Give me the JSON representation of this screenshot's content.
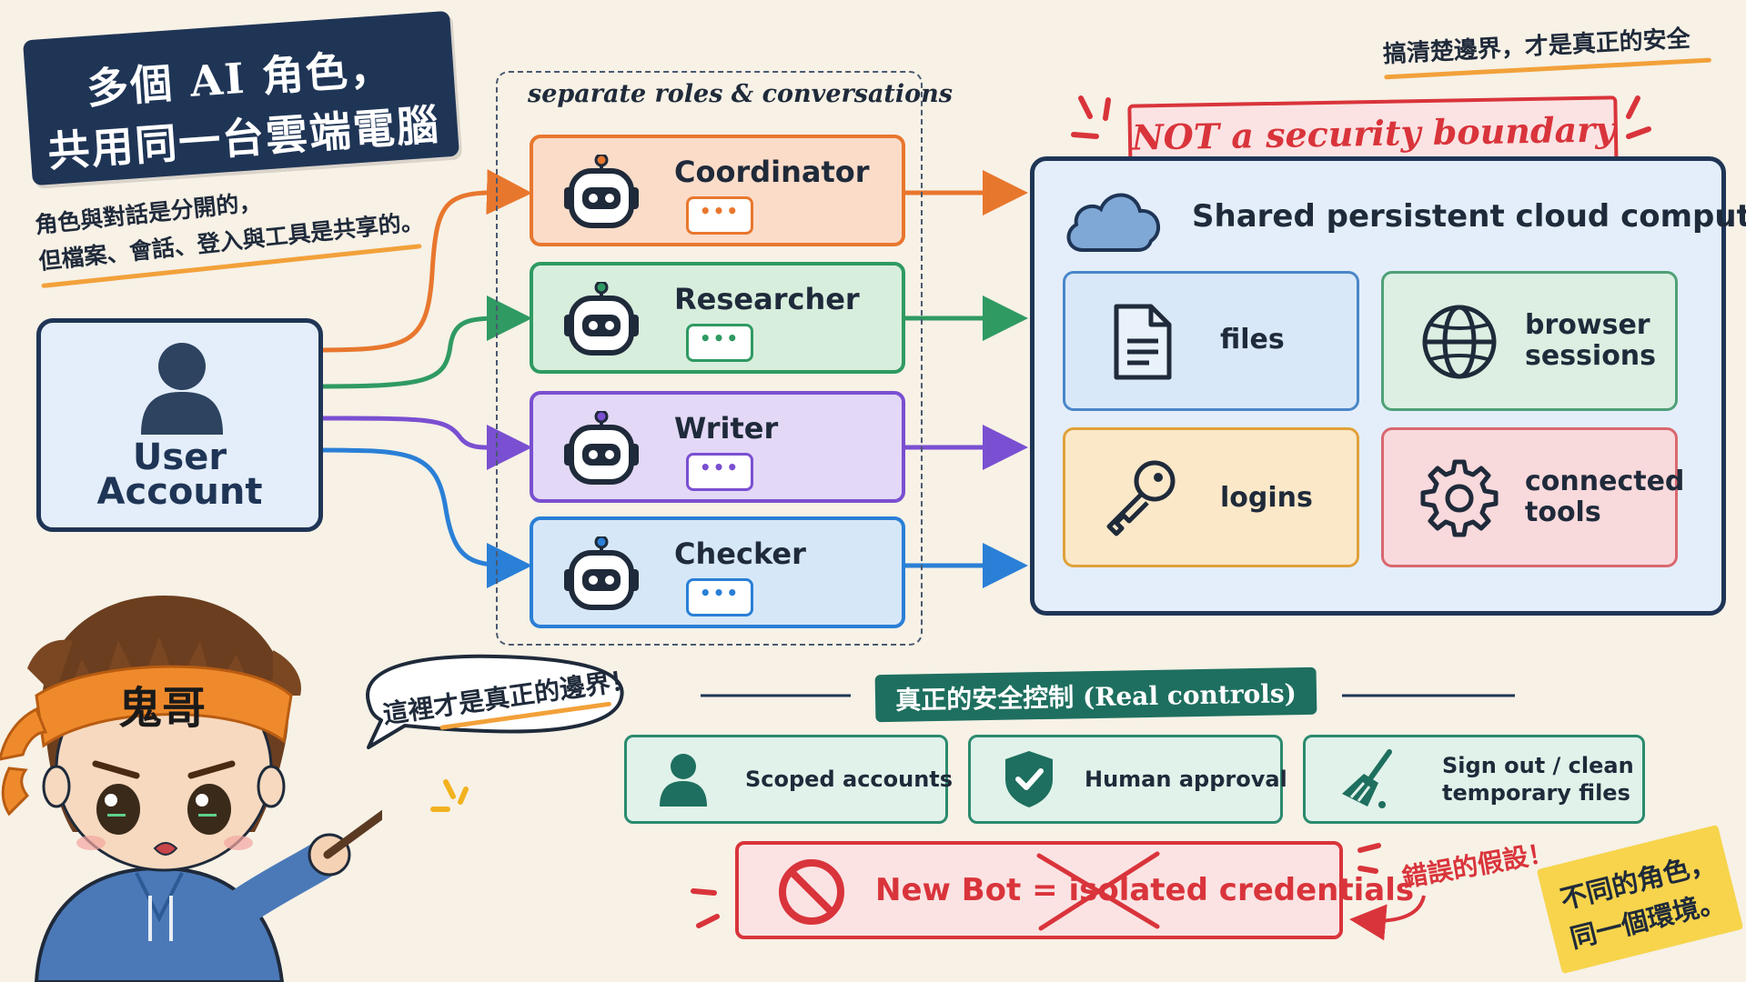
{
  "title": {
    "line1": "多個 AI 角色，",
    "line2": "共用同一台雲端電腦"
  },
  "subtitle": {
    "line1": "角色與對話是分開的，",
    "line2": "但檔案、會話、登入與工具是共享的。"
  },
  "top_right_note": "搞清楚邊界，才是真正的安全",
  "user": {
    "line1": "User",
    "line2": "Account"
  },
  "roles_header": "separate roles & conversations",
  "roles": [
    {
      "name": "Coordinator",
      "color": "#e8772e",
      "fill": "#fbdcc8",
      "bubble": "•••"
    },
    {
      "name": "Researcher",
      "color": "#2f9a62",
      "fill": "#d8eedd",
      "bubble": "•••"
    },
    {
      "name": "Writer",
      "color": "#7a4fd1",
      "fill": "#e3d8f6",
      "bubble": "•••"
    },
    {
      "name": "Checker",
      "color": "#2a7fd6",
      "fill": "#d6e8f8",
      "bubble": "•••"
    }
  ],
  "not_boundary": "NOT a security boundary",
  "cloud": {
    "title": "Shared persistent cloud computer"
  },
  "resources": [
    {
      "name": "files",
      "icon": "file-icon",
      "color": "#4a86c8",
      "fill": "#d8e8f8"
    },
    {
      "name": "browser sessions",
      "line1": "browser",
      "line2": "sessions",
      "icon": "globe-icon",
      "color": "#4fa077",
      "fill": "#dcefe2"
    },
    {
      "name": "logins",
      "icon": "key-icon",
      "color": "#e0a13a",
      "fill": "#fbe8c8"
    },
    {
      "name": "connected tools",
      "line1": "connected",
      "line2": "tools",
      "icon": "gear-icon",
      "color": "#d9686f",
      "fill": "#f8d9dc"
    }
  ],
  "controls_header": "真正的安全控制 (Real controls)",
  "controls": [
    {
      "label": "Scoped accounts",
      "icon": "user-icon"
    },
    {
      "label": "Human approval",
      "icon": "shield-check-icon"
    },
    {
      "label_line1": "Sign out / clean",
      "label_line2": "temporary files",
      "icon": "broom-icon"
    }
  ],
  "myth": "New Bot = isolated credentials",
  "myth_note": "錯誤的假設！",
  "yellow_note": {
    "line1": "不同的角色，",
    "line2": "同一個環境。"
  },
  "speech": "這裡才是真正的邊界！",
  "headband": "鬼哥"
}
